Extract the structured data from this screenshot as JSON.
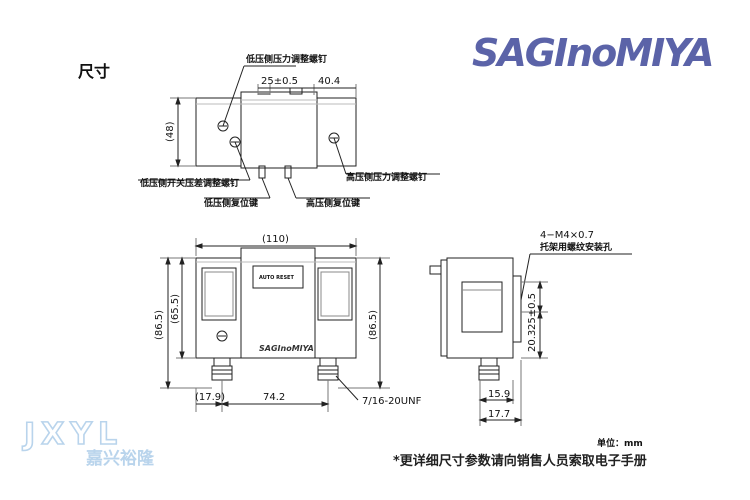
{
  "title": "尺寸",
  "brand": {
    "name": "SAGInoMIYA",
    "color": "#5b63a8"
  },
  "watermark": {
    "latin": "JXYL",
    "cn": "嘉兴裕隆"
  },
  "callouts": {
    "low_pressure_adj": "低压侧压力调整螺钉",
    "high_pressure_adj": "高压侧压力调整螺钉",
    "low_diff_adj": "低压侧开关压差调整螺钉",
    "low_reset": "低压侧复位键",
    "high_reset": "高压侧复位键",
    "mount_holes_spec": "4−M4×0.7",
    "mount_holes_desc": "托架用螺纹安装孔",
    "auto_reset_label": "AUTO RESET",
    "body_logo": "SAGInoMIYA"
  },
  "dimensions": {
    "top_25": "25±0.5",
    "top_404": "40.4",
    "height_48": "(48)",
    "width_110": "(110)",
    "left_865": "(86.5)",
    "left_655": "(65.5)",
    "right_865": "(86.5)",
    "bottom_179": "(17.9)",
    "bottom_742": "74.2",
    "thread": "7/16-20UNF",
    "side_25": "25±0.5",
    "side_203": "20.3",
    "side_159": "15.9",
    "side_177": "17.7"
  },
  "unit_note": "单位：mm",
  "footer_note": "*更详细尺寸参数请向销售人员索取电子手册"
}
